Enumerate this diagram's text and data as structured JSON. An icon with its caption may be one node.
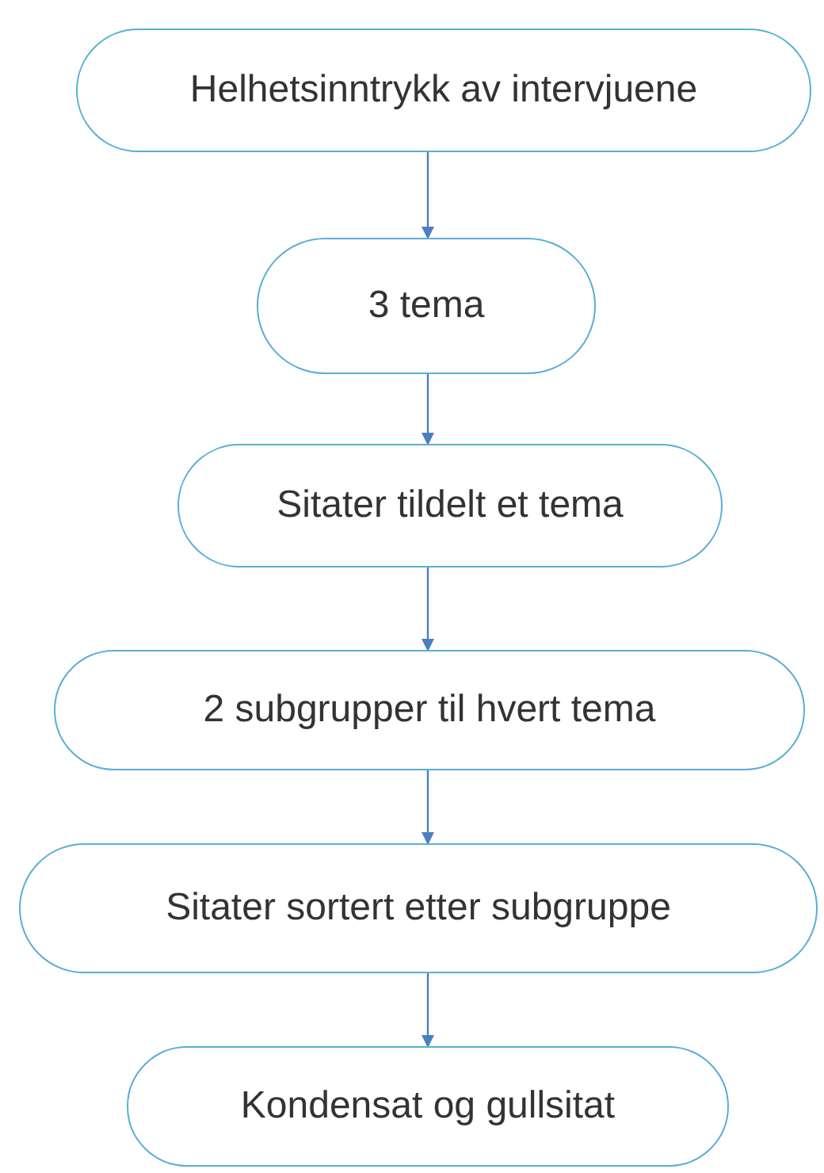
{
  "diagram": {
    "nodes": [
      {
        "text": [
          "Helhetsinntrykk av intervjuene"
        ]
      },
      {
        "text": [
          "3 tema"
        ]
      },
      {
        "text": [
          "Sitater tildelt et tema"
        ]
      },
      {
        "text": [
          "2 subgrupper til hvert tema"
        ]
      },
      {
        "text": [
          "Sitater sortert etter subgruppe"
        ]
      },
      {
        "text": [
          "Kondensat og gullsitat"
        ]
      }
    ],
    "edges": [
      {
        "from": 0,
        "to": 1,
        "arrow": "to"
      },
      {
        "from": 1,
        "to": 2,
        "arrow": "to"
      },
      {
        "from": 2,
        "to": 3,
        "arrow": "to"
      },
      {
        "from": 3,
        "to": 4,
        "arrow": "to"
      },
      {
        "from": 4,
        "to": 5,
        "arrow": "to"
      }
    ]
  }
}
